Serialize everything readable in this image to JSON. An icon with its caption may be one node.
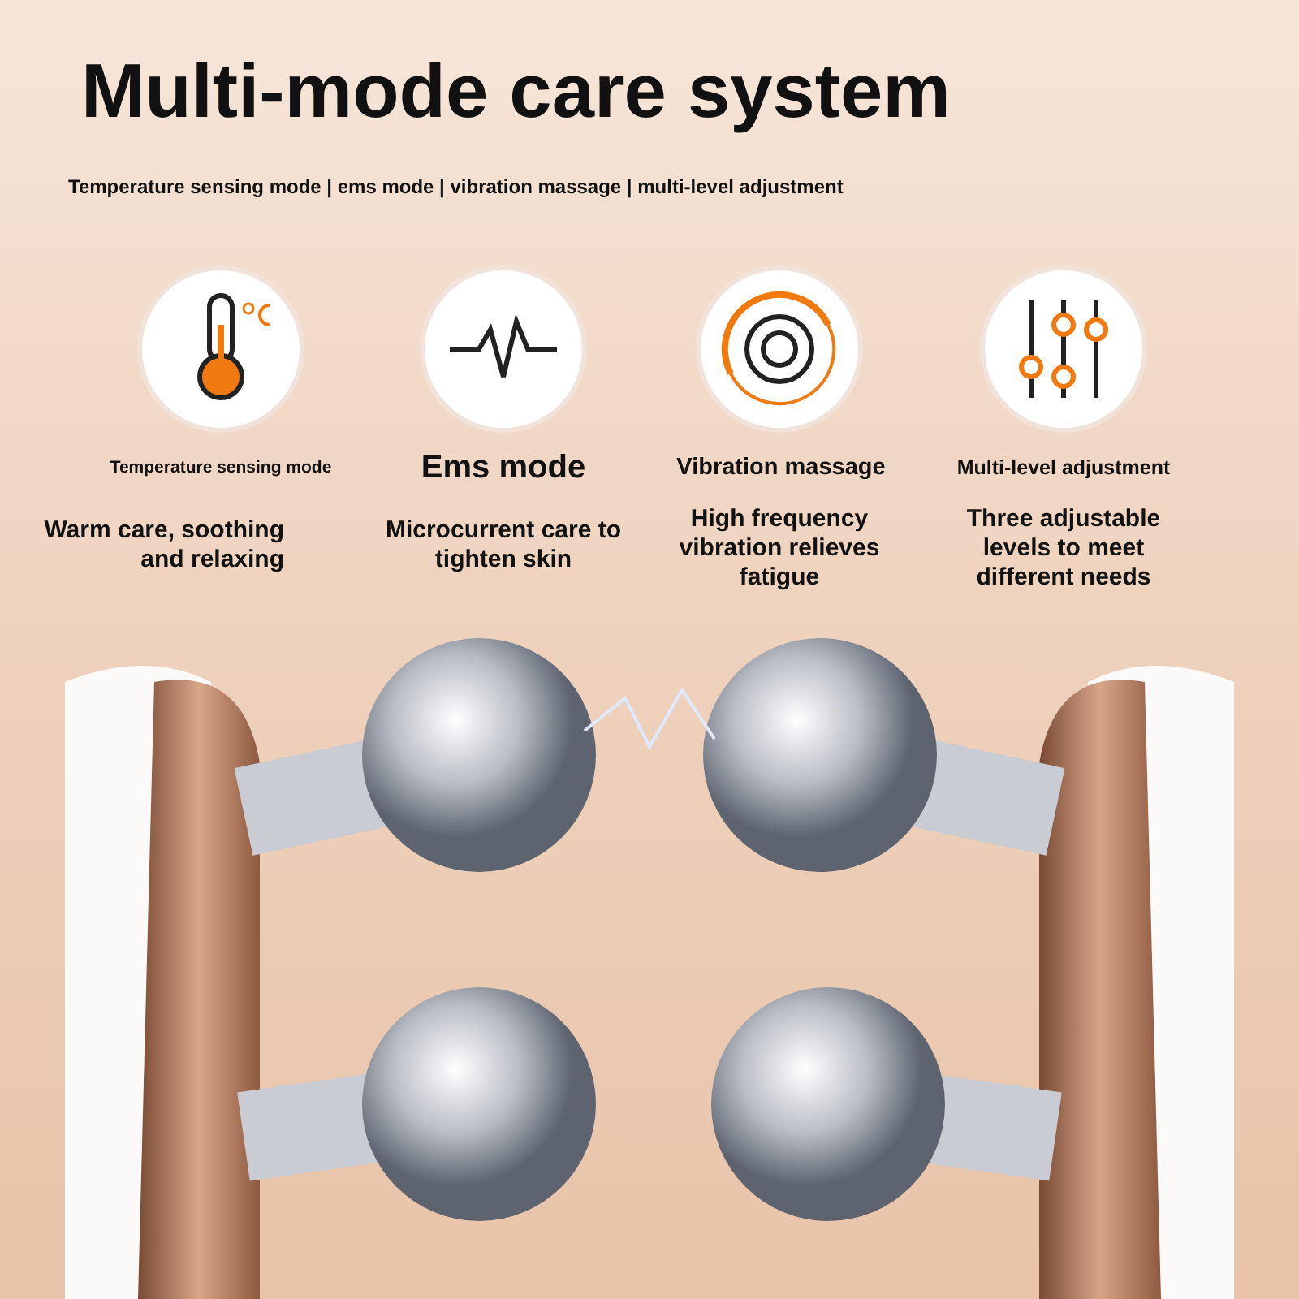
{
  "diagram": {
    "title": "Multi-mode care system",
    "labels": [
      "Temperature sensing mode | ems mode | vibration massage | multi-level adjustment",
      "Temperature sensing mode",
      "Ems mode",
      "Vibration massage",
      "Multi-level adjustment",
      "Warm care, soothing and relaxing",
      "Microcurrent care to tighten skin",
      "High frequency vibration relieves fatigue",
      "Three adjustable levels to meet different needs"
    ]
  }
}
